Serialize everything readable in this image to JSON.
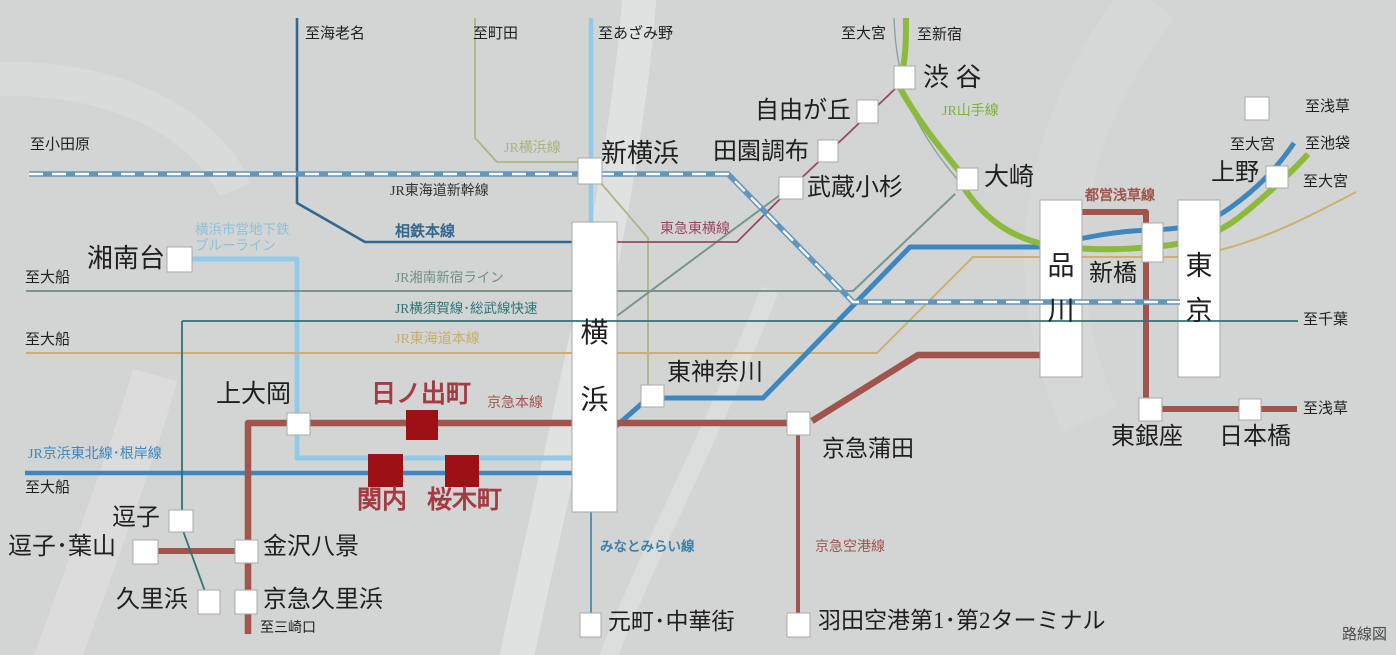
{
  "credit": "路線図",
  "colors": {
    "background": "#d3d5d4",
    "yamanote_green": "#8cba3c",
    "keihin_tohoku_blue": "#3d86c0",
    "subway_blueline": "#92cae9",
    "shinkansen_blue": "#6096be",
    "sotetsu_blue": "#33688e",
    "yokosuka_teal": "#2f7277",
    "shonan_shinjuku_teal": "#78958e",
    "tokaido_tan": "#ccb06c",
    "yokohama_line_olive": "#adb584",
    "keikyu_red": "#a1544b",
    "toyoko_red": "#99485f",
    "minatomirai_blue": "#3f7fa8",
    "highlight_station_red": "#9d1016",
    "station_box_white": "#ffffff"
  },
  "line_labels": {
    "jr_yokohama": "JR横浜線",
    "jr_tokaido_shinkansen": "JR東海道新幹線",
    "sotetsu_main": "相鉄本線",
    "subway_blueline_row1": "横浜市営地下鉄",
    "subway_blueline_row2": "ブルーライン",
    "tokyu_toyoko": "東急東横線",
    "jr_shonan_shinjuku": "JR湘南新宿ライン",
    "jr_yokosuka_sobu": "JR横須賀線･総武線快速",
    "jr_tokaido_main": "JR東海道本線",
    "jr_yamanote": "JR山手線",
    "toei_asakusa": "都営浅草線",
    "keikyu_main": "京急本線",
    "keikyu_airport": "京急空港線",
    "minatomirai": "みなとみらい線",
    "jr_keihin_tohoku_negishi": "JR京浜東北線･根岸線"
  },
  "stations": {
    "shinyokohama": "新横浜",
    "shonandai": "湘南台",
    "shibuya": "渋 谷",
    "jiyugaoka": "自由が丘",
    "denenchofu": "田園調布",
    "musashikosugi": "武蔵小杉",
    "osaki": "大崎",
    "ueno": "上野",
    "shinbashi": "新橋",
    "shinagawa": "品川",
    "tokyo": "東京",
    "yokohama": "横浜",
    "higashikanagawa": "東神奈川",
    "keikyu_kamata": "京急蒲田",
    "haneda_airport": "羽田空港第1･第2ターミナル",
    "motomachi_chukagai": "元町･中華街",
    "kamiooka": "上大岡",
    "hinodecho": "日ノ出町",
    "kannai": "関内",
    "sakuragicho": "桜木町",
    "zushi": "逗子",
    "zushi_hayama": "逗子･葉山",
    "kanazawa_hakkei": "金沢八景",
    "kurihama": "久里浜",
    "keikyu_kurihama": "京急久里浜",
    "higashiginza": "東銀座",
    "nihonbashi": "日本橋"
  },
  "terminals": {
    "ebina": "至海老名",
    "machida": "至町田",
    "azamino": "至あざみ野",
    "omiya_top": "至大宮",
    "shinjuku": "至新宿",
    "odawara": "至小田原",
    "asakusa_top": "至浅草",
    "omiya_ueno_left": "至大宮",
    "ikebukuro": "至池袋",
    "omiya_ueno_right": "至大宮",
    "chiba": "至千葉",
    "ofuna_shonan": "至大船",
    "ofuna_tokaido": "至大船",
    "ofuna_negishi": "至大船",
    "asakusa_right": "至浅草",
    "misakiguchi": "至三崎口"
  }
}
